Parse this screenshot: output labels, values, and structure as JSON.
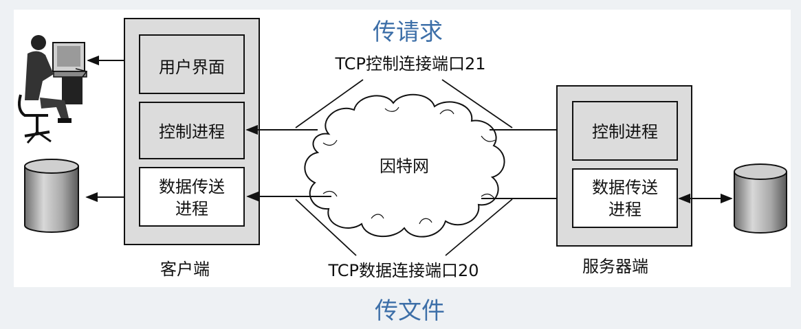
{
  "captions": {
    "top": "传请求",
    "bottom": "传文件",
    "color": "#3d6fa8"
  },
  "client": {
    "label": "客户端",
    "ui": "用户界面",
    "control": "控制进程",
    "data_line1": "数据传送",
    "data_line2": "进程"
  },
  "server": {
    "label": "服务器端",
    "control": "控制进程",
    "data_line1": "数据传送",
    "data_line2": "进程"
  },
  "network": {
    "label": "因特网",
    "control_port": "TCP控制连接端口21",
    "data_port": "TCP数据连接端口20"
  },
  "icons": {
    "user": "user-at-computer-icon",
    "client_db": "database-cylinder-icon",
    "server_db": "database-cylinder-icon"
  },
  "colors": {
    "panel": "#ffffff",
    "box_fill": "#dcdcdc",
    "inner_white": "#ffffff",
    "stroke": "#111111"
  }
}
